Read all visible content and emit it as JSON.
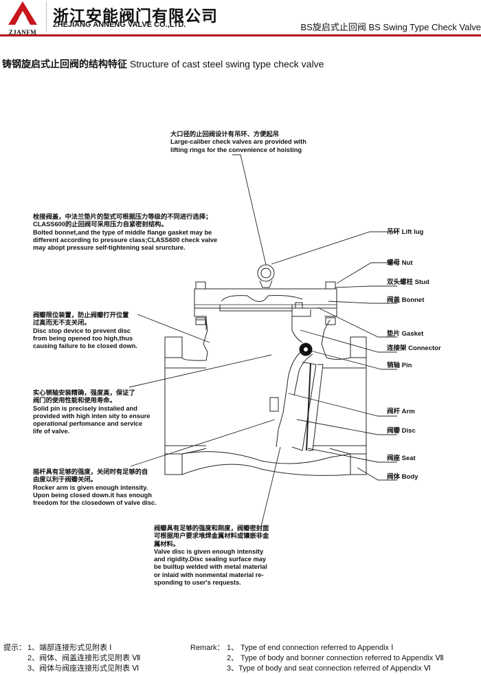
{
  "header": {
    "logo_text": "ZJANFM",
    "company_cn": "浙江安能阀门有限公司",
    "company_en": "ZHEJIANG ANNENG VALVE CO.,LTD.",
    "product_title": "BS旋启式止回阀 BS Swing Type Check Valve",
    "brand_color": "#b5121b"
  },
  "section_title": {
    "cn": "铸钢旋启式止回阀的结构特征",
    "en": "Structure of cast steel swing type check valve"
  },
  "notes": {
    "lift": [
      "大口径的止回阀设计有吊环、方便起吊",
      "Large-caliber check valves are provided with",
      "lifting rings for the convenience of hoisting"
    ],
    "bonnet": [
      "栓接阀盖，中法兰垫片的型式可根据压力等级的不同进行选择；",
      "CLASS600的止回阀可采用压力自紧密封结构。",
      "Bolted bonnet,and the type of middle flange gasket may be",
      "different according to pressure class;CLASS600 check valve",
      "may abopt pressure self-tightening seal srurcture."
    ],
    "disc_stop": [
      "阀瓣限位装置，防止阀瓣打开位置",
      "过高而无不支关闭。",
      "Disc stop device to prevent disc",
      "from being opened too high,thus",
      "causing failure to be closed down."
    ],
    "pin": [
      "实心销轴安装精确，强度高，保证了",
      "阀门的使用性能和使用寿命。",
      "Solid pin is precisely instalied and",
      "provided with high inten sity to ensure",
      "operational perfomance and service",
      "life of valve."
    ],
    "rocker": [
      "摇杆具有足够的强度，关闭时有足够的自",
      "由度以利于阀瓣关闭。",
      "Rocker arm is given enough intensity.",
      "Upon being closed down.it has enough",
      "freedom for the closedown of valve disc."
    ],
    "disc": [
      "阀瓣具有足够的强度和刚度，阀瓣密封面",
      "可根据用户要求堆焊金属材料或镶嵌非金",
      "属材料。",
      "Valve disc is given enough intensity",
      "and rigidity.Disc sealing surface may",
      "be builtup welded with metal material",
      "or inlaid with nonmental material re-",
      "sponding to user's requests."
    ]
  },
  "parts": [
    {
      "cn": "吊环",
      "en": "Lift lug"
    },
    {
      "cn": "螺母",
      "en": "Nut"
    },
    {
      "cn": "双头螺柱",
      "en": "Stud"
    },
    {
      "cn": "阀盖",
      "en": "Bonnet"
    },
    {
      "cn": "垫片",
      "en": "Gasket"
    },
    {
      "cn": "连接架",
      "en": "Connector"
    },
    {
      "cn": "销轴",
      "en": "Pin"
    },
    {
      "cn": "阀杆",
      "en": "Arm"
    },
    {
      "cn": "阀瓣",
      "en": "Disc"
    },
    {
      "cn": "阀座",
      "en": "Seat"
    },
    {
      "cn": "阀体",
      "en": "Body"
    }
  ],
  "footer": {
    "cn_label": "提示：",
    "cn_items": [
      "1、端部连接形式见附表 Ⅰ",
      "2、阀体、阀盖连接形式见附表 Ⅶ",
      "3、阀体与阀座连接形式见附表 Ⅵ"
    ],
    "en_label": "Remark：",
    "en_items": [
      "1、 Type of end connection referred to Appendix Ⅰ",
      "2、 Type of body and bonner connection referred to Appendix Ⅶ",
      "3、Type of body and seat connection referred of Appendix Ⅵ"
    ]
  }
}
